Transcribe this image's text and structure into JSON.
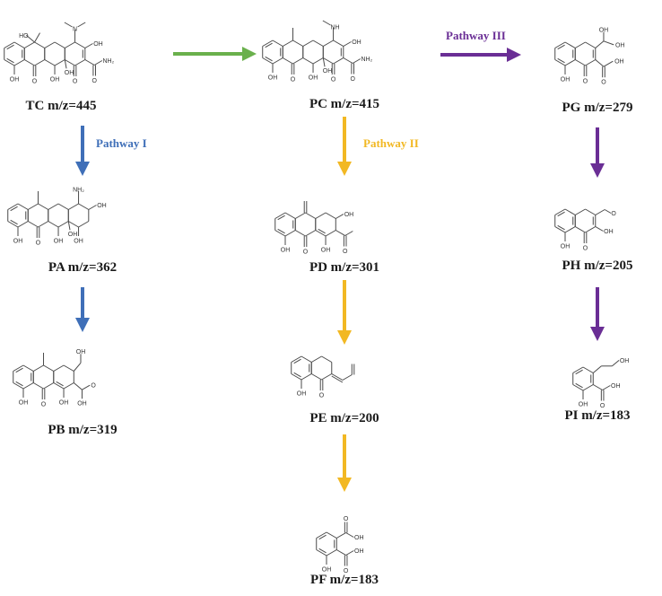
{
  "colors": {
    "pathway_1": "#3f6fb8",
    "pathway_2": "#f2b823",
    "pathway_3": "#6a2e95",
    "transfer": "#6ab04c",
    "bond": "#4a4a4a",
    "label": "#1a1a1a"
  },
  "pathways": {
    "p1": "Pathway I",
    "p2": "Pathway II",
    "p3": "Pathway III"
  },
  "compounds": {
    "TC": {
      "name": "TC",
      "label": "TC m/z=445",
      "mz": 445,
      "atoms": [
        "HO",
        "N",
        "OH",
        "NH₂",
        "OH",
        "O",
        "OH",
        "OH",
        "O",
        "O"
      ]
    },
    "PC": {
      "name": "PC",
      "label": "PC m/z=415",
      "mz": 415,
      "atoms": [
        "NH",
        "OH",
        "NH₂",
        "OH",
        "O",
        "OH",
        "OH",
        "O",
        "O"
      ]
    },
    "PG": {
      "name": "PG",
      "label": "PG m/z=279",
      "mz": 279,
      "atoms": [
        "OH",
        "OH",
        "OH",
        "OH",
        "O",
        "O"
      ]
    },
    "PA": {
      "name": "PA",
      "label": "PA m/z=362",
      "mz": 362,
      "atoms": [
        "NH₂",
        "OH",
        "OH",
        "O",
        "OH",
        "OH",
        "OH"
      ]
    },
    "PD": {
      "name": "PD",
      "label": "PD m/z=301",
      "mz": 301,
      "atoms": [
        "OH",
        "OH",
        "O",
        "OH",
        "O"
      ]
    },
    "PH": {
      "name": "PH",
      "label": "PH m/z=205",
      "mz": 205,
      "atoms": [
        "O",
        "OH",
        "OH",
        "O"
      ]
    },
    "PB": {
      "name": "PB",
      "label": "PB m/z=319",
      "mz": 319,
      "atoms": [
        "OH",
        "O",
        "OH",
        "O",
        "OH",
        "OH"
      ]
    },
    "PE": {
      "name": "PE",
      "label": "PE m/z=200",
      "mz": 200,
      "atoms": [
        "OH",
        "O"
      ]
    },
    "PI": {
      "name": "PI",
      "label": "PI m/z=183",
      "mz": 183,
      "atoms": [
        "OH",
        "OH",
        "OH",
        "O"
      ]
    },
    "PF": {
      "name": "PF",
      "label": "PF m/z=183",
      "mz": 183,
      "atoms": [
        "O",
        "OH",
        "OH",
        "OH",
        "O"
      ]
    }
  }
}
